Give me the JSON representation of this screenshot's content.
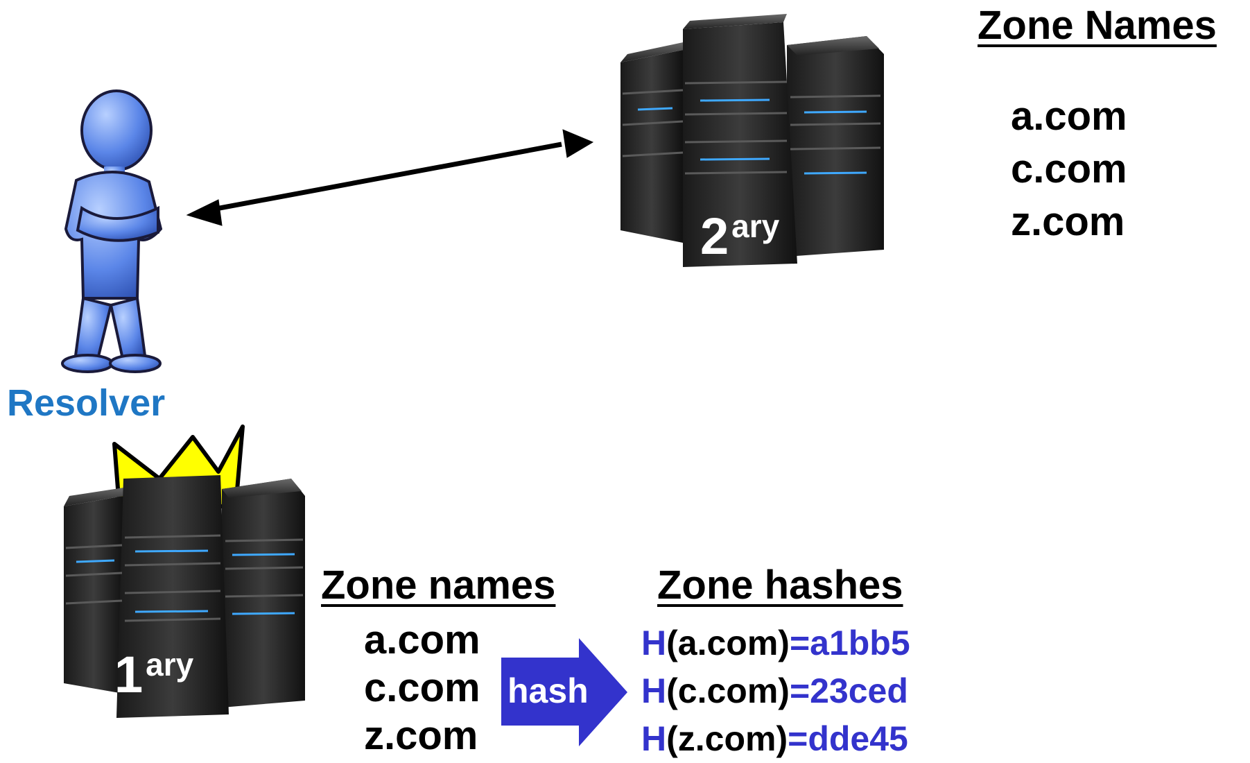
{
  "resolver": {
    "label": "Resolver",
    "icon": "person-icon",
    "color": "#1f77c4"
  },
  "secondary_server": {
    "label_main": "2",
    "label_sup": "ary",
    "zone_heading": "Zone Names",
    "zones": [
      "a.com",
      "c.com",
      "z.com"
    ]
  },
  "primary_server": {
    "label_main": "1",
    "label_sup": "ary",
    "crown_color": "#ffff00",
    "zone_heading": "Zone names",
    "zones": [
      "a.com",
      "c.com",
      "z.com"
    ]
  },
  "hash_arrow": {
    "label": "hash",
    "color": "#3333cc"
  },
  "zone_hashes": {
    "heading": "Zone hashes",
    "entries": [
      {
        "prefix": "H",
        "open": "(",
        "name": "a.com",
        "close": ")",
        "value": "=a1bb5"
      },
      {
        "prefix": "H",
        "open": "(",
        "name": "c.com",
        "close": ")",
        "value": "=23ced"
      },
      {
        "prefix": "H",
        "open": "(",
        "name": "z.com",
        "close": ")",
        "value": "=dde45"
      }
    ]
  }
}
